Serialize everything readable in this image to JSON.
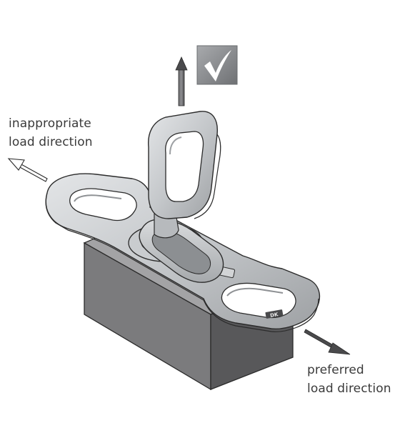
{
  "labels": {
    "inappropriate": {
      "line1": "inappropriate",
      "line2": "load direction"
    },
    "preferred": {
      "line1": "preferred",
      "line2": "load direction"
    }
  },
  "product_marking": "DK",
  "icons": {
    "checkmark": "checkmark-icon",
    "up_arrow": "up-arrow-icon",
    "inappropriate_arrow": "outline-arrow-icon",
    "preferred_arrow": "solid-arrow-icon"
  },
  "colors": {
    "block_front": "#7a7a7c",
    "block_top": "#9a9a9c",
    "block_side": "#5a5a5c",
    "metal_light": "#d4d6d8",
    "metal_mid": "#b9bcbf",
    "metal_dark": "#8e9194",
    "outline": "#2b2b2b",
    "check_box": "#8f9194",
    "arrow_dark": "#4a4a4c",
    "text": "#3a3a3a"
  }
}
